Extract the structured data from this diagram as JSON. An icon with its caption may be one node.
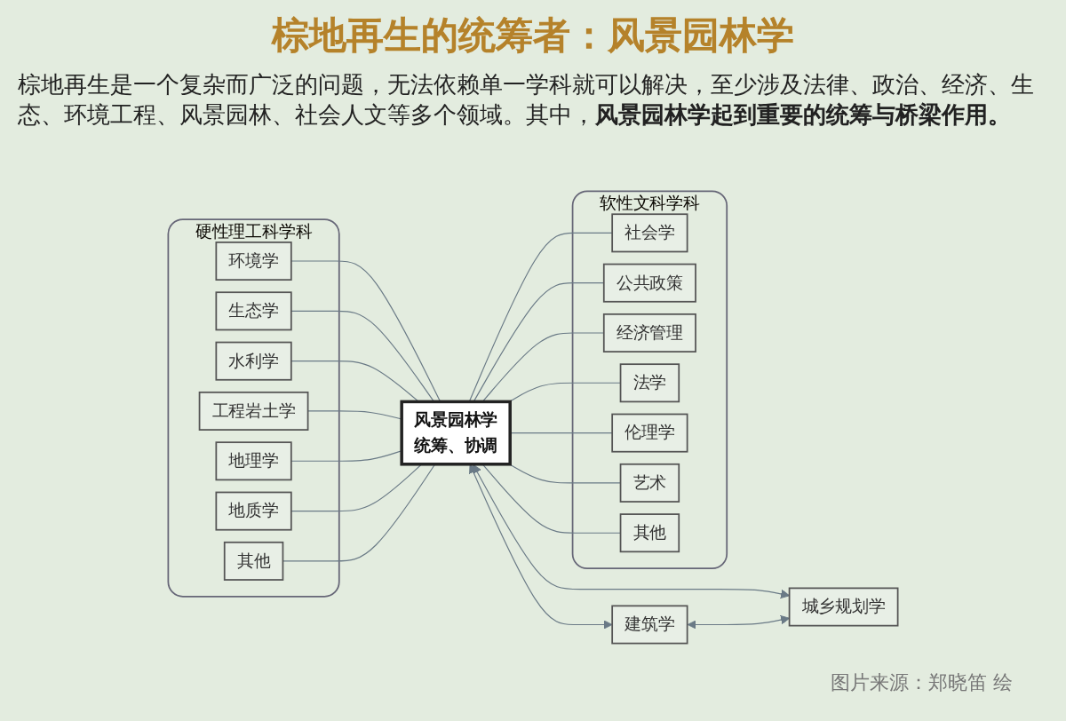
{
  "diagram": {
    "title": "棕地再生的统筹者：风景园林学",
    "nodes": [
      {
        "text": [
          "硬性理工科学科"
        ]
      },
      {
        "text": [
          "环境学"
        ],
        "in": 0
      },
      {
        "text": [
          "生态学"
        ],
        "in": 0
      },
      {
        "text": [
          "水利学"
        ],
        "in": 0
      },
      {
        "text": [
          "工程岩土学"
        ],
        "in": 0
      },
      {
        "text": [
          "地理学"
        ],
        "in": 0
      },
      {
        "text": [
          "地质学"
        ],
        "in": 0
      },
      {
        "text": [
          "其他"
        ],
        "in": 0
      },
      {
        "text": [
          "建筑学"
        ]
      },
      {
        "text": [
          "城乡规划学"
        ]
      },
      {
        "text": [
          "风景园林学",
          "统筹、协调"
        ]
      },
      {
        "text": [
          "软性文科学科"
        ]
      },
      {
        "text": [
          "社会学"
        ],
        "in": 11
      },
      {
        "text": [
          "公共政策"
        ],
        "in": 11
      },
      {
        "text": [
          "经济管理"
        ],
        "in": 11
      },
      {
        "text": [
          "法学"
        ],
        "in": 11
      },
      {
        "text": [
          "伦理学"
        ],
        "in": 11
      },
      {
        "text": [
          "艺术"
        ],
        "in": 11
      },
      {
        "text": [
          "其他"
        ],
        "in": 11
      }
    ],
    "edges": [
      {
        "from": 1,
        "to": 10,
        "arrow": "none"
      },
      {
        "from": 2,
        "to": 10,
        "arrow": "none"
      },
      {
        "from": 3,
        "to": 10,
        "arrow": "none"
      },
      {
        "from": 4,
        "to": 10,
        "arrow": "none"
      },
      {
        "from": 5,
        "to": 10,
        "arrow": "none"
      },
      {
        "from": 6,
        "to": 10,
        "arrow": "none"
      },
      {
        "from": 7,
        "to": 10,
        "arrow": "none"
      },
      {
        "from": 10,
        "to": 8,
        "arrow": "both"
      },
      {
        "from": 10,
        "to": 9,
        "arrow": "both"
      },
      {
        "from": 8,
        "to": 9,
        "arrow": "both"
      },
      {
        "from": 10,
        "to": 12,
        "arrow": "none"
      },
      {
        "from": 10,
        "to": 13,
        "arrow": "none"
      },
      {
        "from": 10,
        "to": 14,
        "arrow": "none"
      },
      {
        "from": 10,
        "to": 15,
        "arrow": "none"
      },
      {
        "from": 10,
        "to": 16,
        "arrow": "none"
      },
      {
        "from": 10,
        "to": 17,
        "arrow": "none"
      },
      {
        "from": 10,
        "to": 18,
        "arrow": "none"
      }
    ],
    "labels": [
      "棕地再生是一个复杂而广泛的问题，无法依赖单一学科就可以解决，至少涉及法律、政治、经济、生态、环境工程、风景园林、社会人文等多个领域。其中，**风景园林学起到重要的统筹与桥梁作用。**",
      "图片来源：郑晓笛 绘"
    ]
  }
}
